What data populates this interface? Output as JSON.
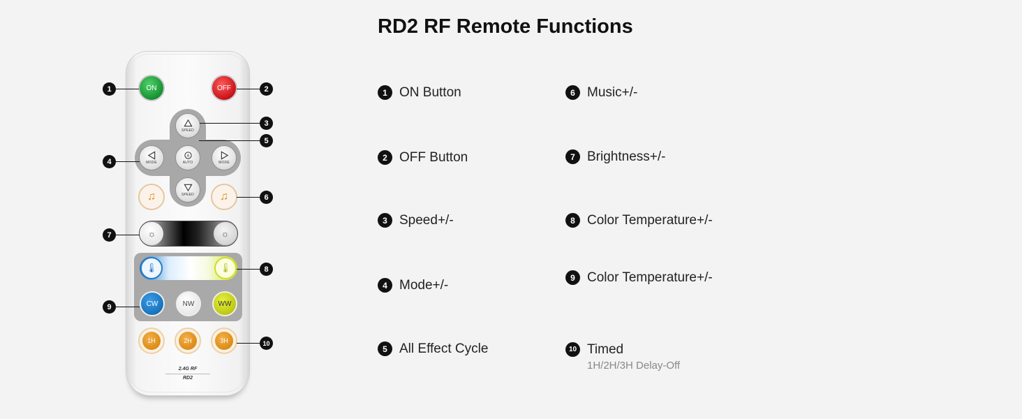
{
  "title": "RD2 RF Remote Functions",
  "remote": {
    "on_label": "ON",
    "off_label": "OFF",
    "speed_up_label": "SPEED",
    "speed_down_label": "SPEED",
    "auto_label": "AUTO",
    "auto_letter": "A",
    "mode_left_label": "MODE",
    "mode_right_label": "MODE",
    "cw_label": "CW",
    "nw_label": "NW",
    "ww_label": "WW",
    "timer_1": "1H",
    "timer_2": "2H",
    "timer_3": "3H",
    "brand_top": "2.4G RF",
    "brand_model": "RD2"
  },
  "callouts": [
    "1",
    "2",
    "3",
    "4",
    "5",
    "6",
    "7",
    "8",
    "9",
    "10"
  ],
  "features": [
    {
      "num": "1",
      "label": "ON Button"
    },
    {
      "num": "2",
      "label": "OFF Button"
    },
    {
      "num": "3",
      "label": "Speed+/-"
    },
    {
      "num": "4",
      "label": "Mode+/-"
    },
    {
      "num": "5",
      "label": "All Effect Cycle"
    },
    {
      "num": "6",
      "label": "Music+/-"
    },
    {
      "num": "7",
      "label": "Brightness+/-"
    },
    {
      "num": "8",
      "label": "Color Temperature+/-"
    },
    {
      "num": "9",
      "label": "Color Temperature+/-"
    },
    {
      "num": "10",
      "label": "Timed",
      "sub": "1H/2H/3H Delay-Off"
    }
  ],
  "colors": {
    "on": "#1a9a35",
    "off": "#d0101a",
    "cw": "#1a7ccc",
    "ww": "#c9d51a",
    "timer": "#e2921a",
    "music": "#e28a18"
  },
  "icons": {
    "up": "triangle-up-icon",
    "down": "triangle-down-icon",
    "left": "triangle-left-icon",
    "right": "triangle-right-icon",
    "music": "music-note-icon",
    "brightness": "sun-icon",
    "thermometer": "thermometer-icon"
  }
}
